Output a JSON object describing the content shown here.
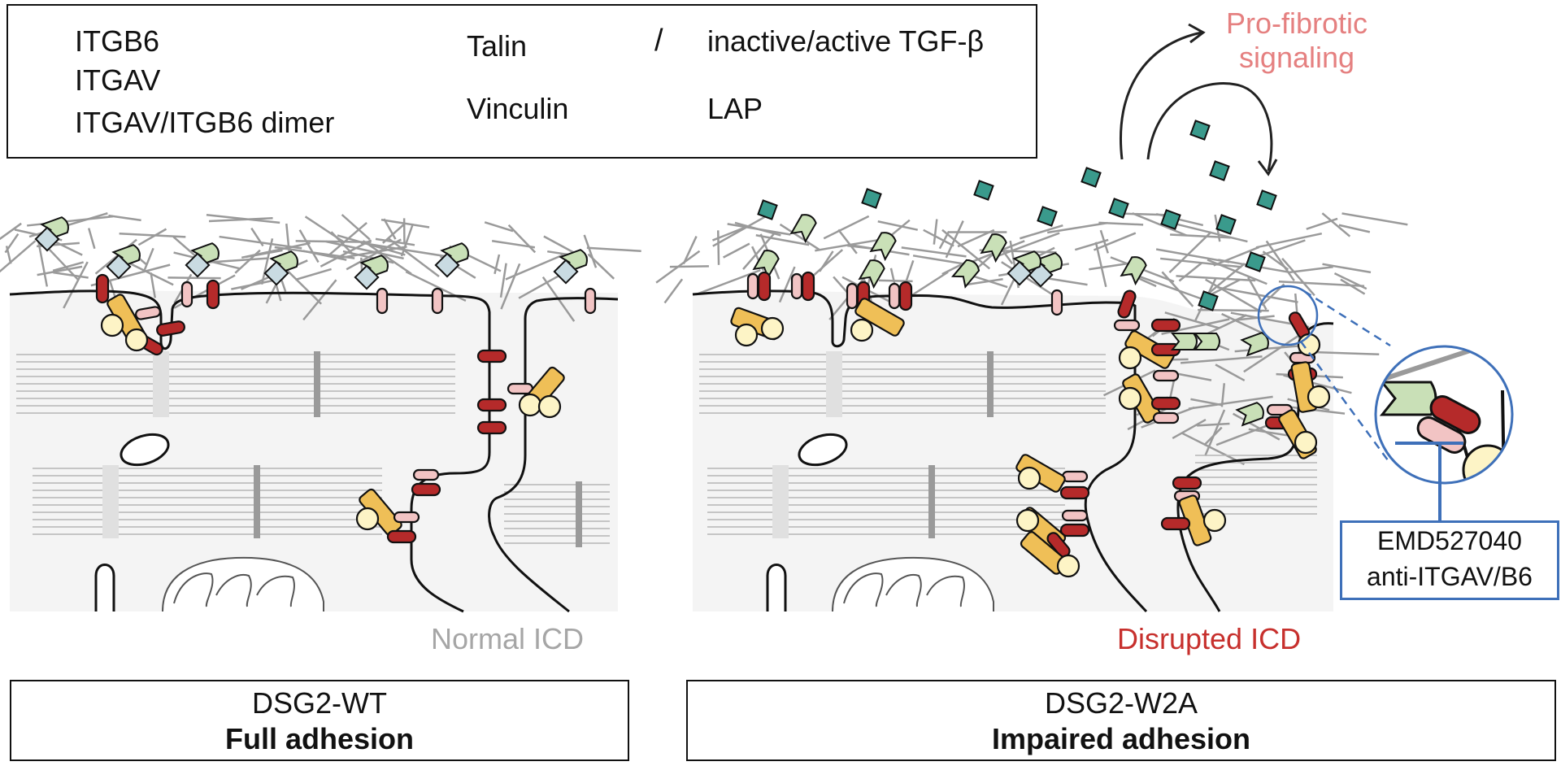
{
  "legend": {
    "itgb6": "ITGB6",
    "itgav": "ITGAV",
    "dimer": "ITGAV/ITGB6 dimer",
    "talin": "Talin",
    "vinculin": "Vinculin",
    "tgf_slash": "/",
    "tgf": "inactive/active TGF-β",
    "lap": "LAP"
  },
  "signaling": {
    "line1": "Pro-fibrotic",
    "line2": "signaling"
  },
  "panels": {
    "left": {
      "status": "Normal ICD",
      "genotype": "DSG2-WT",
      "phenotype": "Full adhesion"
    },
    "right": {
      "status": "Disrupted ICD",
      "genotype": "DSG2-W2A",
      "phenotype": "Impaired adhesion"
    }
  },
  "inhibitor": {
    "line1": "EMD527040",
    "line2": "anti-ITGAV/B6"
  },
  "colors": {
    "itgb6": "#b52a2a",
    "itgav": "#f2c4c4",
    "talin": "#efbf57",
    "vinculin": "#fdf4c6",
    "tgf_inactive": "#c9dbe2",
    "tgf_active": "#3a9a8c",
    "lap": "#c9e0b7",
    "normal_label": "#a6a6a6",
    "disrupted_label": "#c7302d",
    "signaling": "#e58080",
    "inhibitor_blue": "#3e70b9"
  }
}
